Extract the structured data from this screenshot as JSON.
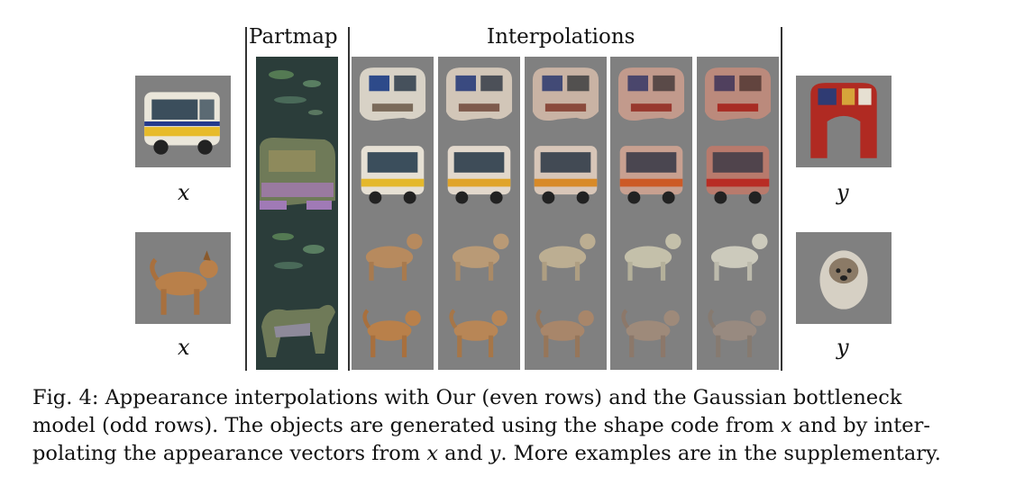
{
  "figure": {
    "headers": {
      "partmap": "Partmap",
      "interpolations": "Interpolations"
    },
    "row_labels": {
      "source": "x",
      "target": "y"
    },
    "rows": [
      {
        "object": "bus",
        "pair": 1,
        "model": "gaussian-bottleneck",
        "partmap": "blobs"
      },
      {
        "object": "bus",
        "pair": 1,
        "model": "ours",
        "partmap": "segmented"
      },
      {
        "object": "dog",
        "pair": 2,
        "model": "gaussian-bottleneck",
        "partmap": "blobs"
      },
      {
        "object": "dog",
        "pair": 2,
        "model": "ours",
        "partmap": "segmented"
      }
    ],
    "steps": 5,
    "colors": {
      "background_gray": "#808080",
      "partmap_bg": "#2b3d3a",
      "bus_x": "#e7e3d6",
      "bus_y": "#b02a22",
      "dog_x": "#b9804a",
      "dog_y": "#d6d0c4"
    }
  },
  "caption": {
    "l1_a": "Fig. 4: Appearance interpolations with Our (even rows) and the Gaussian bottleneck",
    "l2_a": "model (odd rows). The objects are generated using the shape code from ",
    "l2_x": "x",
    "l2_b": " and by inter-",
    "l3_a": "polating the appearance vectors from ",
    "l3_x": "x",
    "l3_mid": " and ",
    "l3_y": "y",
    "l3_b": ". More examples are in the supplementary."
  }
}
